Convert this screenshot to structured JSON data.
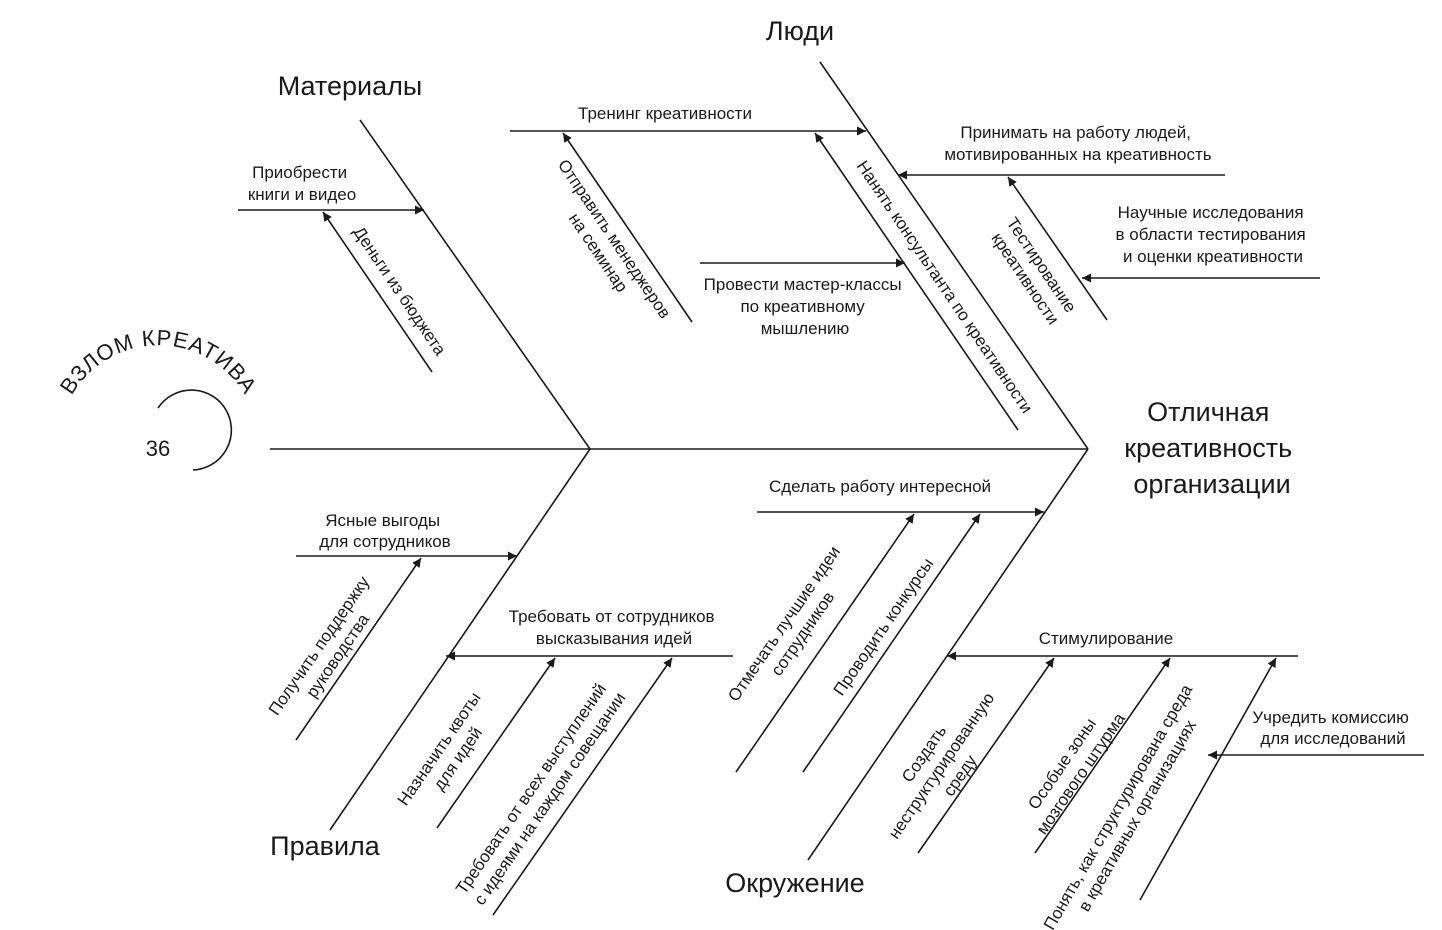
{
  "book": {
    "title": "ВЗЛОМ КРЕАТИВА",
    "page_number": "36"
  },
  "effect": {
    "lines": [
      "Отличная",
      "креативность",
      "организации"
    ]
  },
  "categories": {
    "materials": "Материалы",
    "people": "Люди",
    "rules": "Правила",
    "environment": "Окружение"
  },
  "causes": {
    "buy_books": [
      "Приобрести",
      "книги и видео"
    ],
    "budget_money": [
      "Деньги из бюджета"
    ],
    "creativity_training": [
      "Тренинг креативности"
    ],
    "send_managers": [
      "Отправить менеджеров",
      "на семинар"
    ],
    "master_classes": [
      "Провести мастер-классы",
      "по креативному",
      "мышлению"
    ],
    "hire_consultant": [
      "Нанять консультанта по креативности"
    ],
    "hire_motivated": [
      "Принимать на работу людей,",
      "мотивированных на креативность"
    ],
    "creativity_testing": [
      "Тестирование",
      "креативности"
    ],
    "scientific_research": [
      "Научные исследования",
      "в области тестирования",
      "и оценки креативности"
    ],
    "clear_benefits": [
      "Ясные выгоды",
      "для сотрудников"
    ],
    "management_support": [
      "Получить поддержку",
      "руководства"
    ],
    "demand_ideas": [
      "Требовать от сотрудников",
      "высказывания идей"
    ],
    "idea_quotas": [
      "Назначить квоты",
      "для идей"
    ],
    "ideas_every_meeting": [
      "Требовать от всех выступлений",
      "с идеями на каждом совещании"
    ],
    "interesting_work": [
      "Сделать работу интересной"
    ],
    "mark_best_ideas": [
      "Отмечать лучшие идеи",
      "сотрудников"
    ],
    "hold_contests": [
      "Проводить конкурсы"
    ],
    "stimulation": [
      "Стимулирование"
    ],
    "unstructured_env": [
      "Создать",
      "неструктурированную",
      "среду"
    ],
    "brainstorm_zones": [
      "Особые зоны",
      "мозгового штурма"
    ],
    "understand_env": [
      "Понять, как структурирована среда",
      "в креативных организациях"
    ],
    "research_commission": [
      "Учредить комиссию",
      "для исследований"
    ]
  }
}
